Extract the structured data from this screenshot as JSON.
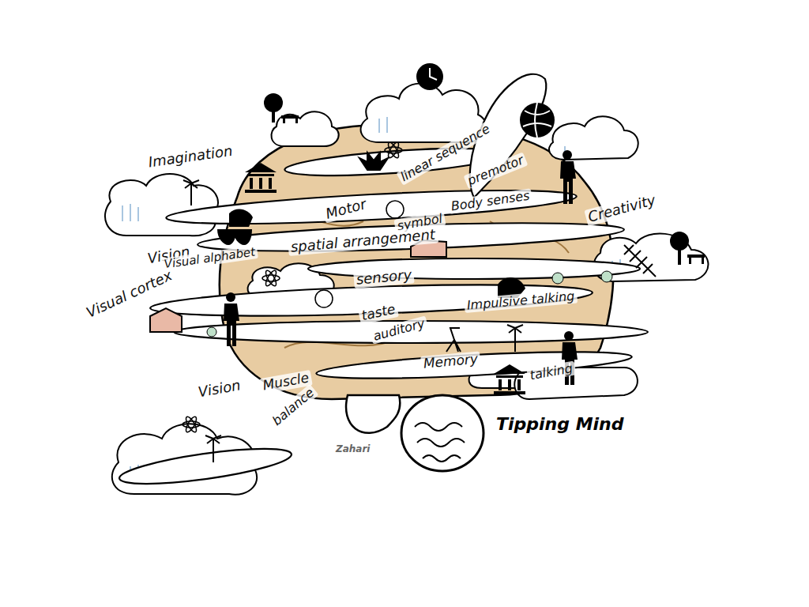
{
  "diagram": {
    "title": "Tipping Mind",
    "labels": [
      "Imagination",
      "Motor",
      "linear sequence",
      "premotor",
      "Body senses",
      "symbol",
      "Creativity",
      "spatial arrangement",
      "Vision",
      "Visual alphabet",
      "Visual cortex",
      "sensory",
      "taste",
      "auditory",
      "Impulsive talking",
      "Memory",
      "talking",
      "Vision",
      "Muscle",
      "balance",
      "Zahari"
    ]
  }
}
